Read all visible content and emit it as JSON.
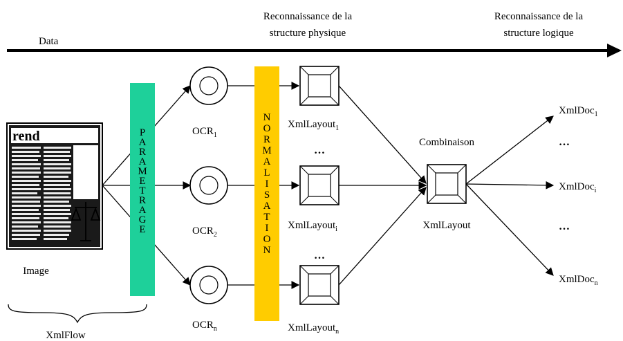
{
  "header": {
    "data_label": "Data",
    "physical_line1": "Reconnaissance de la",
    "physical_line2": "structure physique",
    "logical_line1": "Reconnaissance de la",
    "logical_line2": "structure logique"
  },
  "image": {
    "label": "Image",
    "flow_label": "XmlFlow",
    "newspaper_word": "rend"
  },
  "parametrage": {
    "letters": [
      "P",
      "A",
      "R",
      "A",
      "M",
      "E",
      "T",
      "R",
      "A",
      "G",
      "E"
    ],
    "color": "#1ed09a"
  },
  "ocr": [
    {
      "base": "OCR",
      "sub": "1"
    },
    {
      "base": "OCR",
      "sub": "2"
    },
    {
      "base": "OCR",
      "sub": "n"
    }
  ],
  "normalisation": {
    "letters": [
      "N",
      "O",
      "R",
      "M",
      "A",
      "L",
      "I",
      "S",
      "A",
      "T",
      "I",
      "O",
      "N"
    ],
    "color": "#ffcc00"
  },
  "layouts": [
    {
      "base": "XmlLayout",
      "sub": "1"
    },
    {
      "base": "XmlLayout",
      "sub": "i"
    },
    {
      "base": "XmlLayout",
      "sub": "n"
    }
  ],
  "ellipsis": "…",
  "combination": {
    "label": "Combinaison",
    "output_label": "XmlLayout"
  },
  "docs": [
    {
      "base": "XmlDoc",
      "sub": "1"
    },
    {
      "base": "XmlDoc",
      "sub": "i"
    },
    {
      "base": "XmlDoc",
      "sub": "n"
    }
  ]
}
